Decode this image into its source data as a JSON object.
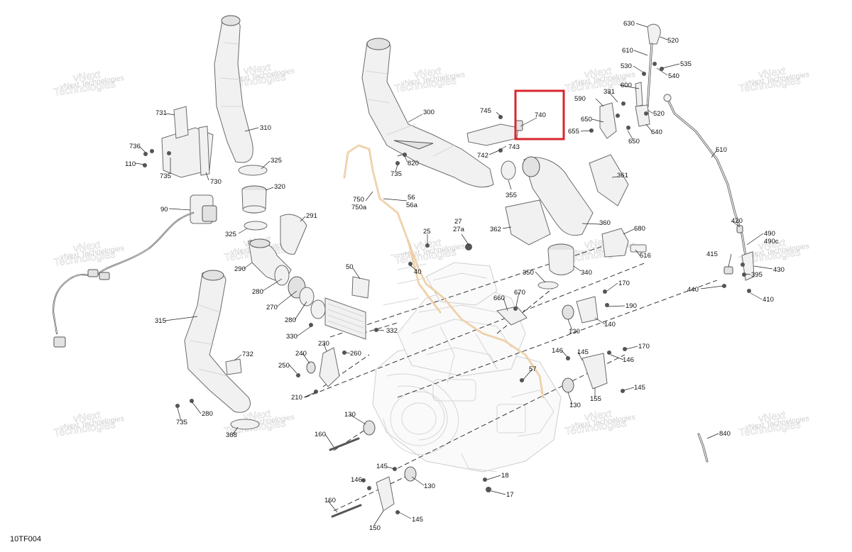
{
  "figure_code": "10TF004",
  "watermark": {
    "line1": "vNext",
    "line2": "Technologies",
    "caption": "vNext Technologies"
  },
  "highlight_color": "#d9262e",
  "labels": {
    "l110": "110",
    "l731": "731",
    "l736": "736",
    "l735a": "735",
    "l730": "730",
    "l310": "310",
    "l325a": "325",
    "l320": "320",
    "l325b": "325",
    "l291": "291",
    "l90": "90",
    "l290": "290",
    "l280a": "280",
    "l270": "270",
    "l280b": "280",
    "l330": "330",
    "l315": "315",
    "l732": "732",
    "l280c": "280",
    "l735b": "735",
    "l368": "368",
    "l300": "300",
    "l735c": "735",
    "l820": "820",
    "l750": "750",
    "l750a": "750a",
    "l56": "56",
    "l56a": "56a",
    "l27": "27",
    "l27a": "27a",
    "l25": "25",
    "l40": "40",
    "l50": "50",
    "l332": "332",
    "l745": "745",
    "l740": "740",
    "l742": "742",
    "l743": "743",
    "l355": "355",
    "l361": "361",
    "l362": "362",
    "l360": "360",
    "l680": "680",
    "l516": "516",
    "l340": "340",
    "l350": "350",
    "l660": "660",
    "l670": "670",
    "l170a": "170",
    "l190": "190",
    "l140": "140",
    "l130a": "130",
    "l240": "240",
    "l230": "230",
    "l260": "260",
    "l250": "250",
    "l210": "210",
    "l57": "57",
    "l146a": "146",
    "l145a": "145",
    "l170b": "170",
    "l146b": "146",
    "l130b": "130",
    "l155": "155",
    "l145b": "145",
    "l130c": "130",
    "l160a": "160",
    "l145c": "145",
    "l146c": "146",
    "l130d": "130",
    "l18": "18",
    "l17": "17",
    "l160b": "160",
    "l150": "150",
    "l145d": "145",
    "l630": "630",
    "l520a": "520",
    "l610": "610",
    "l535": "535",
    "l530": "530",
    "l540": "540",
    "l600": "600",
    "l331": "331",
    "l590": "590",
    "l520b": "520",
    "l650a": "650",
    "l655": "655",
    "l650b": "650",
    "l640": "640",
    "l510": "510",
    "l420": "420",
    "l490": "490",
    "l490c": "490c",
    "l415": "415",
    "l395": "395",
    "l430": "430",
    "l440": "440",
    "l410": "410",
    "l840": "840"
  }
}
